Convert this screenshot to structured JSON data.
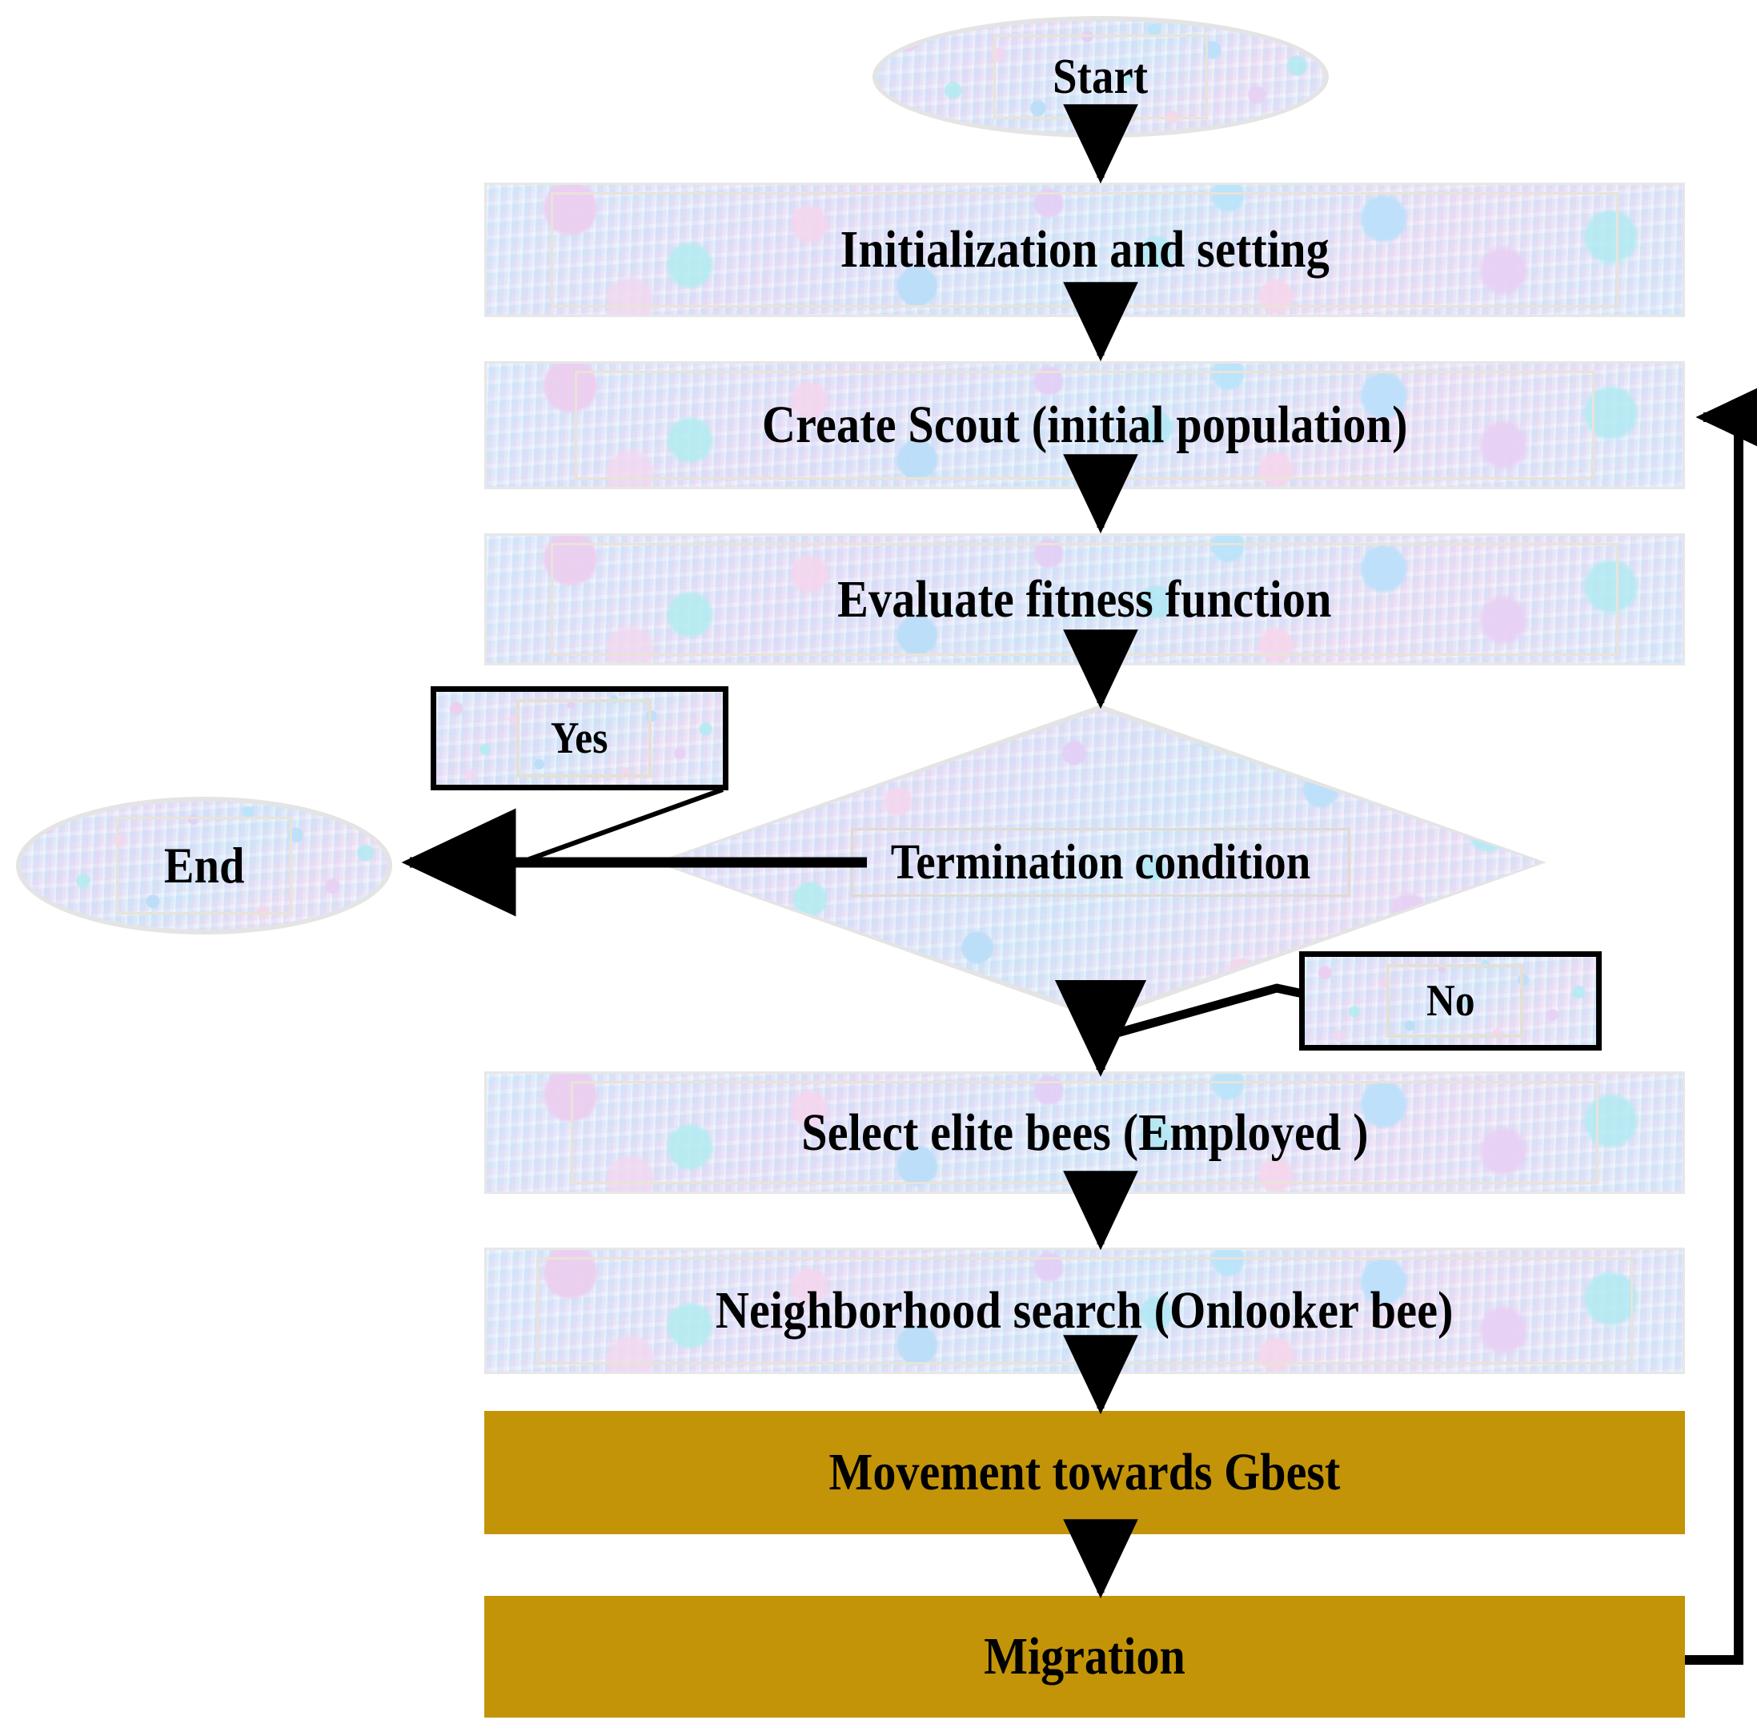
{
  "diagram": {
    "title": "Artificial Bee Colony optimisation flowchart",
    "type": "flowchart",
    "colors": {
      "process_fill": "#cfe3f7",
      "process_border": "#e7e7e7",
      "inner_rect_border": "#e9e3d9",
      "highlight_fill": "#c39408",
      "connector": "#000000",
      "label_border": "#000000"
    }
  },
  "nodes": {
    "start": {
      "label": "Start",
      "shape": "ellipse",
      "style": "textured"
    },
    "initialization": {
      "label": "Initialization and setting",
      "shape": "rectangle",
      "style": "textured"
    },
    "create_scout": {
      "label": "Create Scout (initial population)",
      "shape": "rectangle",
      "style": "textured"
    },
    "evaluate_fitness": {
      "label": "Evaluate fitness function",
      "shape": "rectangle",
      "style": "textured"
    },
    "termination": {
      "label": "Termination condition",
      "shape": "diamond",
      "style": "textured"
    },
    "end": {
      "label": "End",
      "shape": "ellipse",
      "style": "textured"
    },
    "select_elite": {
      "label": "Select elite bees (Employed )",
      "shape": "rectangle",
      "style": "textured"
    },
    "neighborhood": {
      "label": "Neighborhood search (Onlooker bee)",
      "shape": "rectangle",
      "style": "textured"
    },
    "movement": {
      "label": "Movement towards Gbest",
      "shape": "rectangle",
      "style": "gold"
    },
    "migration": {
      "label": "Migration",
      "shape": "rectangle",
      "style": "gold"
    }
  },
  "edge_labels": {
    "yes": "Yes",
    "no": "No"
  },
  "edges": [
    {
      "from": "start",
      "to": "initialization",
      "label": ""
    },
    {
      "from": "initialization",
      "to": "create_scout",
      "label": ""
    },
    {
      "from": "create_scout",
      "to": "evaluate_fitness",
      "label": ""
    },
    {
      "from": "evaluate_fitness",
      "to": "termination",
      "label": ""
    },
    {
      "from": "termination",
      "to": "end",
      "label": "Yes"
    },
    {
      "from": "termination",
      "to": "select_elite",
      "label": "No"
    },
    {
      "from": "select_elite",
      "to": "neighborhood",
      "label": ""
    },
    {
      "from": "neighborhood",
      "to": "movement",
      "label": ""
    },
    {
      "from": "movement",
      "to": "migration",
      "label": ""
    },
    {
      "from": "migration",
      "to": "create_scout",
      "label": ""
    }
  ]
}
